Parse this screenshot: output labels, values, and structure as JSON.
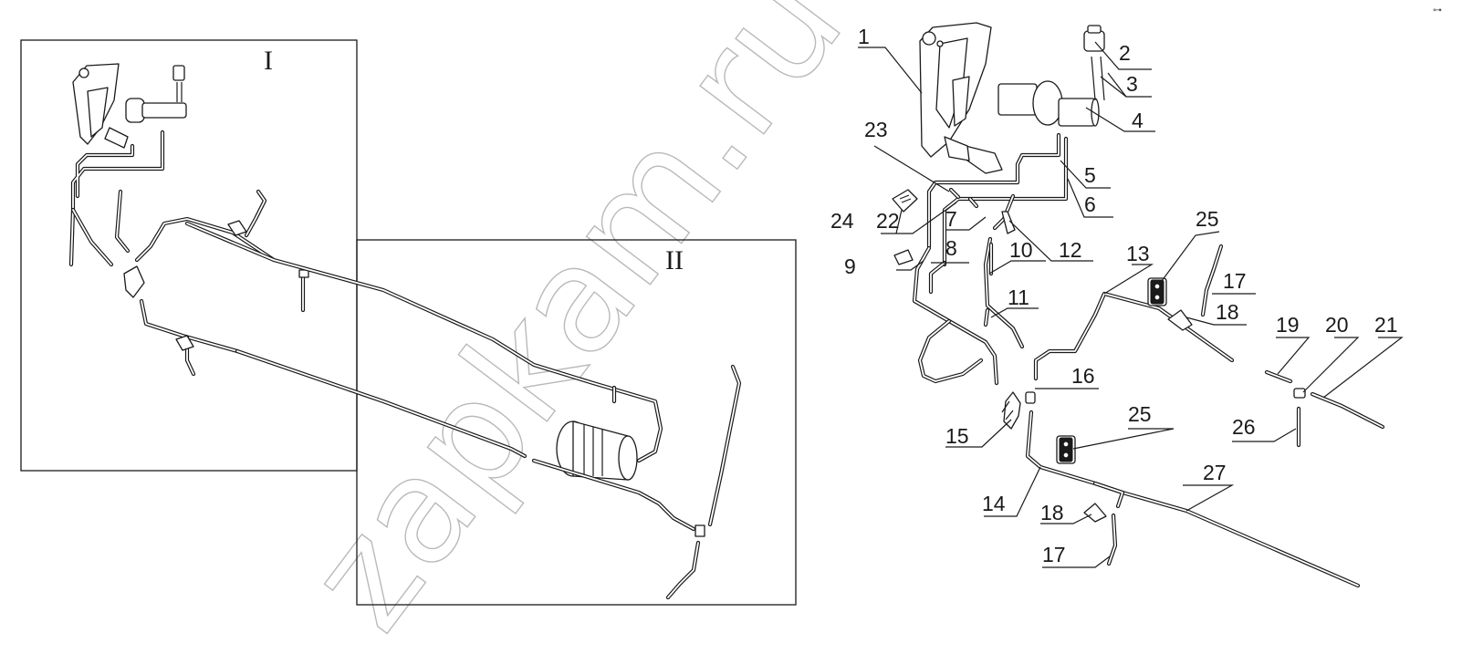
{
  "diagram": {
    "views": [
      {
        "id": "view-I",
        "label": "I"
      },
      {
        "id": "view-II",
        "label": "II"
      }
    ],
    "callouts": [
      "1",
      "2",
      "3",
      "4",
      "5",
      "6",
      "7",
      "8",
      "9",
      "10",
      "11",
      "12",
      "13",
      "14",
      "15",
      "16",
      "17",
      "18",
      "19",
      "20",
      "21",
      "22",
      "23",
      "24",
      "25",
      "26",
      "27"
    ],
    "watermark": "zapkam.ru",
    "corner_mark": "⊶"
  }
}
